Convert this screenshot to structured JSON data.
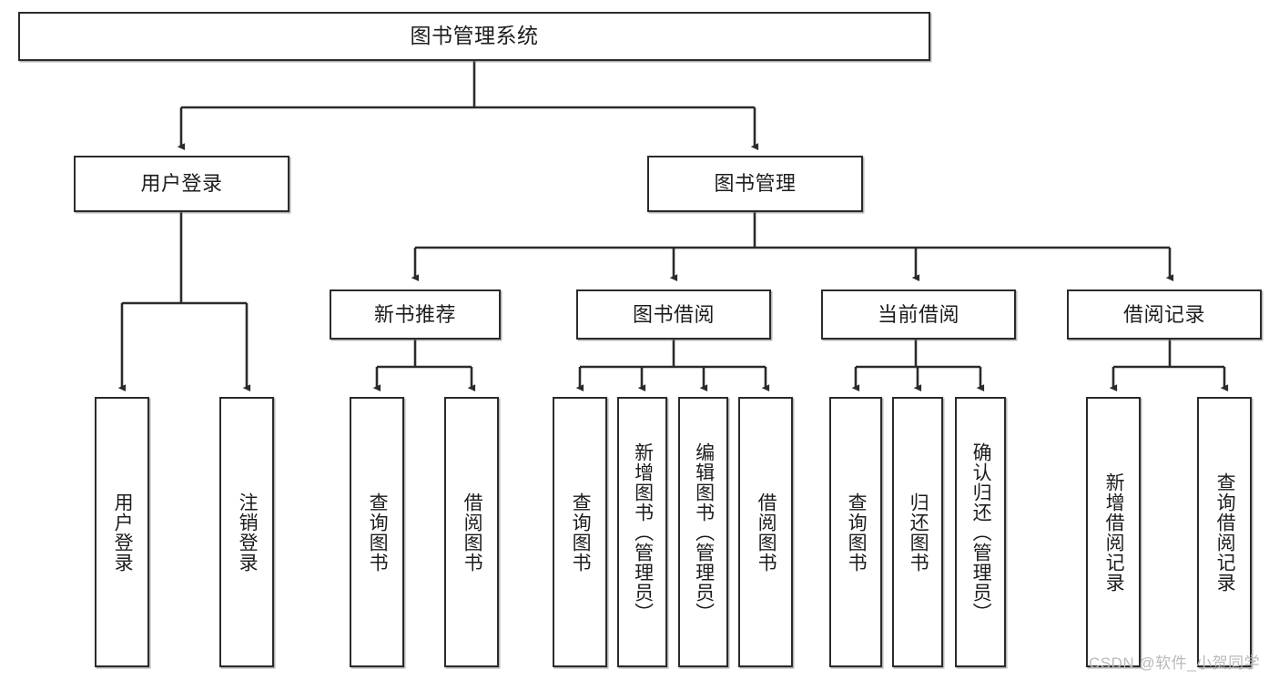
{
  "diagram": {
    "type": "tree-hierarchy",
    "title": "图书管理系统",
    "watermark": "CSDN @软件_小贺同学",
    "colors": {
      "box_stroke": "#2b2b2b",
      "box_fill": "#ffffff",
      "connector": "#2b2b2b",
      "text": "#1d1d1d",
      "watermark": "#b9b9b9"
    },
    "nodes": {
      "root": {
        "label": "图书管理系统"
      },
      "level2": [
        {
          "id": "user-login",
          "label": "用户登录"
        },
        {
          "id": "book-manage",
          "label": "图书管理"
        }
      ],
      "level3": [
        {
          "id": "new-book-recommend",
          "label": "新书推荐"
        },
        {
          "id": "book-borrow",
          "label": "图书借阅"
        },
        {
          "id": "current-borrow",
          "label": "当前借阅"
        },
        {
          "id": "borrow-record",
          "label": "借阅记录"
        }
      ],
      "leaves": [
        {
          "id": "leaf-user-login",
          "label": "用户登录",
          "parent": "user-login"
        },
        {
          "id": "leaf-user-logout",
          "label": "注销登录",
          "parent": "user-login"
        },
        {
          "id": "leaf-query-book-1",
          "label": "查询图书",
          "parent": "new-book-recommend"
        },
        {
          "id": "leaf-borrow-book-1",
          "label": "借阅图书",
          "parent": "new-book-recommend"
        },
        {
          "id": "leaf-query-book-2",
          "label": "查询图书",
          "parent": "book-borrow"
        },
        {
          "id": "leaf-add-book",
          "label": "新增图书（管理员）",
          "parent": "book-borrow"
        },
        {
          "id": "leaf-edit-book",
          "label": "编辑图书（管理员）",
          "parent": "book-borrow"
        },
        {
          "id": "leaf-borrow-book-2",
          "label": "借阅图书",
          "parent": "book-borrow"
        },
        {
          "id": "leaf-query-book-3",
          "label": "查询图书",
          "parent": "current-borrow"
        },
        {
          "id": "leaf-return-book",
          "label": "归还图书",
          "parent": "current-borrow"
        },
        {
          "id": "leaf-confirm-return",
          "label": "确认归还（管理员）",
          "parent": "current-borrow"
        },
        {
          "id": "leaf-add-record",
          "label": "新增借阅记录",
          "parent": "borrow-record"
        },
        {
          "id": "leaf-query-record",
          "label": "查询借阅记录",
          "parent": "borrow-record"
        }
      ]
    }
  }
}
